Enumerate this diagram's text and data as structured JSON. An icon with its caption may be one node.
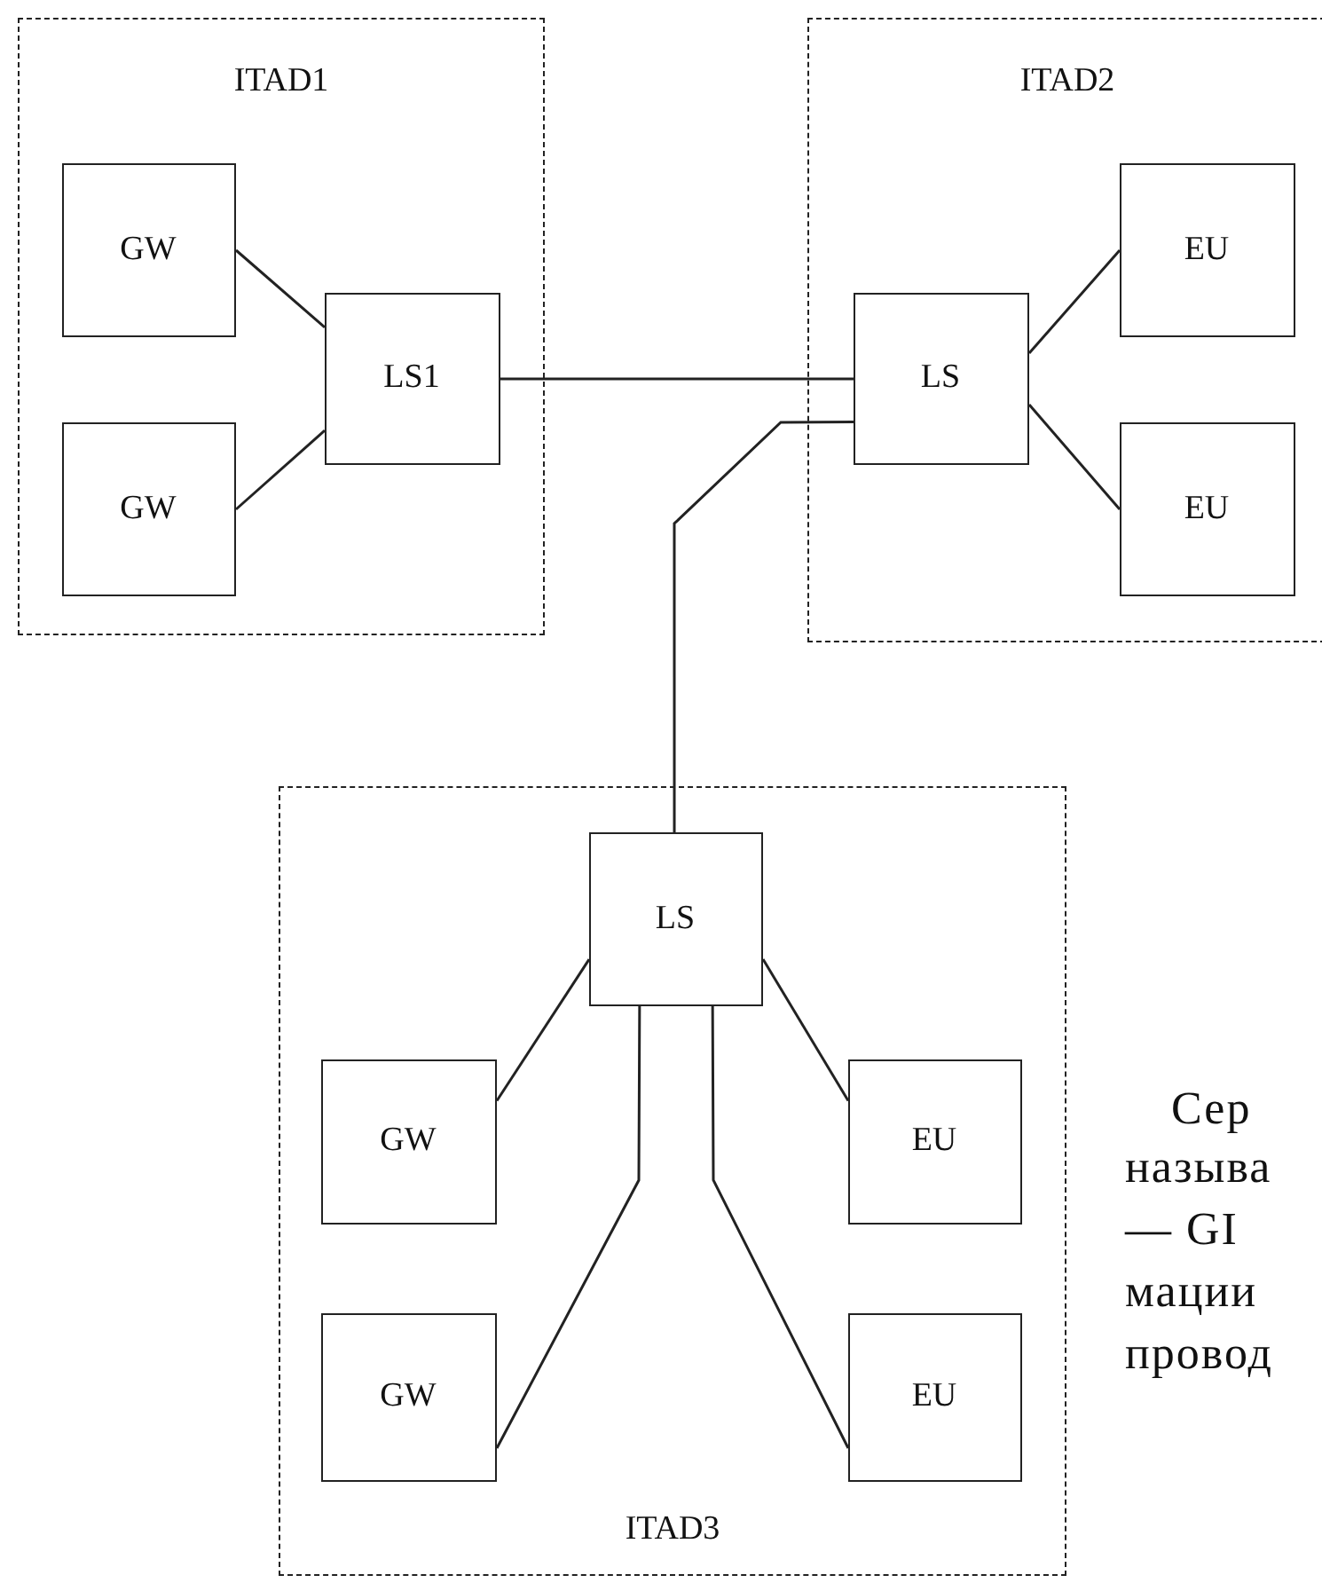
{
  "diagram": {
    "nodes": [
      {
        "text": [
          "ITAD1"
        ]
      },
      {
        "text": [
          "GW"
        ],
        "in": 0
      },
      {
        "text": [
          "GW"
        ],
        "in": 0
      },
      {
        "text": [
          "LS1"
        ],
        "in": 0
      },
      {
        "text": [
          "ITAD2"
        ]
      },
      {
        "text": [
          "LS"
        ],
        "in": 4
      },
      {
        "text": [
          "EU"
        ],
        "in": 4
      },
      {
        "text": [
          "EU"
        ],
        "in": 4
      },
      {
        "text": [
          "ITAD3"
        ]
      },
      {
        "text": [
          "LS"
        ],
        "in": 8
      },
      {
        "text": [
          "GW"
        ],
        "in": 8
      },
      {
        "text": [
          "GW"
        ],
        "in": 8
      },
      {
        "text": [
          "EU"
        ],
        "in": 8
      },
      {
        "text": [
          "EU"
        ],
        "in": 8
      }
    ],
    "edges": [
      {
        "from": 1,
        "to": 3,
        "arrow": "none"
      },
      {
        "from": 2,
        "to": 3,
        "arrow": "none"
      },
      {
        "from": 3,
        "to": 5,
        "arrow": "none"
      },
      {
        "from": 5,
        "to": 6,
        "arrow": "none"
      },
      {
        "from": 5,
        "to": 7,
        "arrow": "none"
      },
      {
        "from": 9,
        "to": 5,
        "arrow": "none"
      },
      {
        "from": 9,
        "to": 10,
        "arrow": "none"
      },
      {
        "from": 9,
        "to": 11,
        "arrow": "none"
      },
      {
        "from": 9,
        "to": 12,
        "arrow": "none"
      },
      {
        "from": 9,
        "to": 13,
        "arrow": "none"
      }
    ],
    "labels": [
      "Сер",
      "называ",
      "— GI",
      "мации",
      "провод"
    ]
  }
}
